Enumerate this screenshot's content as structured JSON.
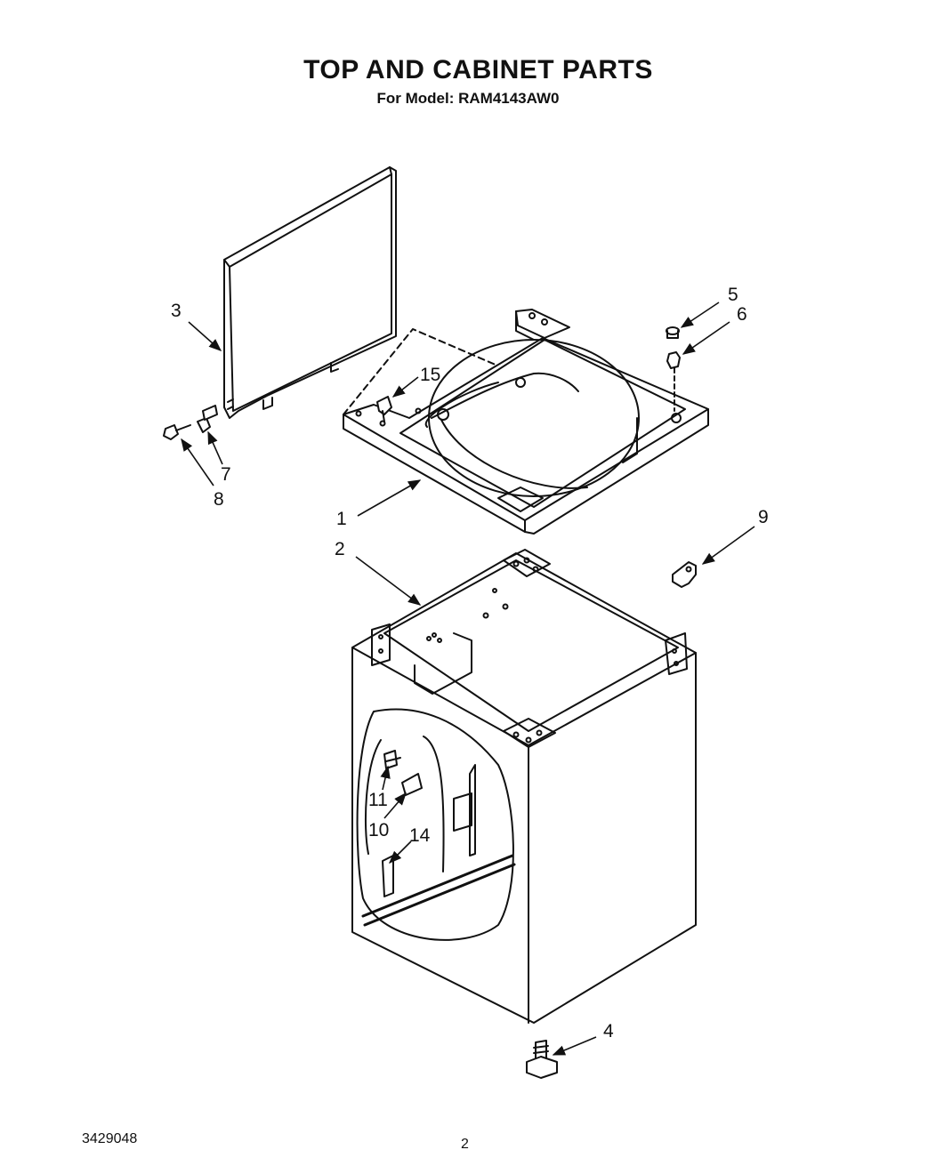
{
  "page": {
    "title": "TOP AND CABINET PARTS",
    "subtitle": "For Model: RAM4143AW0",
    "doc_number": "3429048",
    "page_number": "2"
  },
  "callouts": {
    "c1": "1",
    "c2": "2",
    "c3": "3",
    "c4": "4",
    "c5": "5",
    "c6": "6",
    "c7": "7",
    "c8": "8",
    "c9": "9",
    "c10": "10",
    "c11": "11",
    "c14": "14",
    "c15": "15"
  }
}
